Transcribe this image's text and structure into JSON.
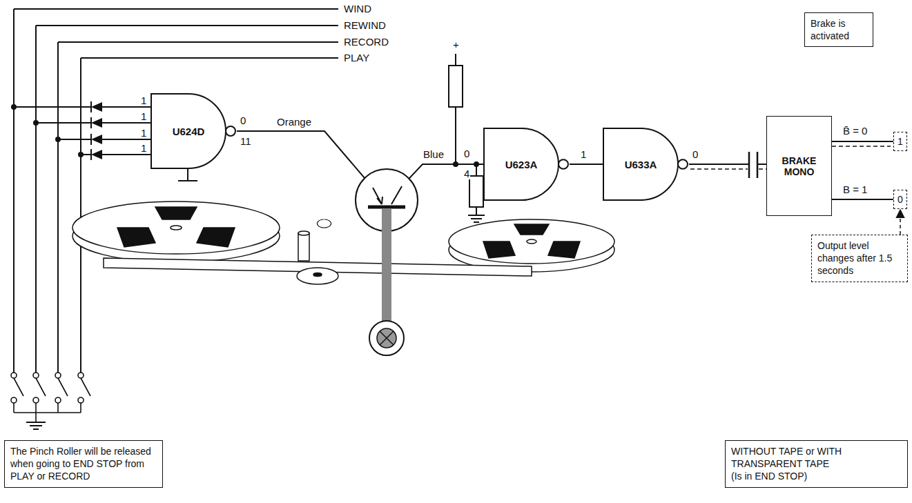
{
  "diagram": {
    "nodes": [
      {
        "text": [
          "Brake is activated"
        ]
      },
      {
        "text": [
          "U624D"
        ]
      },
      {
        "text": [
          "U623A"
        ]
      },
      {
        "text": [
          "U633A"
        ]
      },
      {
        "text": [
          "BRAKE MONO"
        ]
      },
      {
        "text": [
          "1"
        ]
      },
      {
        "text": [
          "0"
        ]
      },
      {
        "text": [
          "Output level changes after 1.5 seconds"
        ]
      },
      {
        "text": [
          "The Pinch Roller will be released when going to END STOP from PLAY or RECORD"
        ]
      },
      {
        "text": [
          "WITHOUT TAPE or WITH TRANSPARENT TAPE",
          "(Is in END STOP)"
        ]
      }
    ],
    "edges": [
      {
        "from": 2,
        "to": 3,
        "arrow": "none"
      },
      {
        "from": 3,
        "to": 4,
        "arrow": "none"
      },
      {
        "from": 4,
        "to": 5,
        "arrow": "none"
      },
      {
        "from": 4,
        "to": 6,
        "arrow": "none"
      },
      {
        "from": 7,
        "to": 6,
        "arrow": "to"
      }
    ],
    "labels": [
      "WIND",
      "REWIND",
      "RECORD",
      "PLAY",
      "1",
      "1",
      "1",
      "1",
      "0",
      "11",
      "Orange",
      "Blue",
      "+",
      "0",
      "4",
      "1",
      "0",
      "B̄ = 0",
      "B = 1"
    ]
  }
}
